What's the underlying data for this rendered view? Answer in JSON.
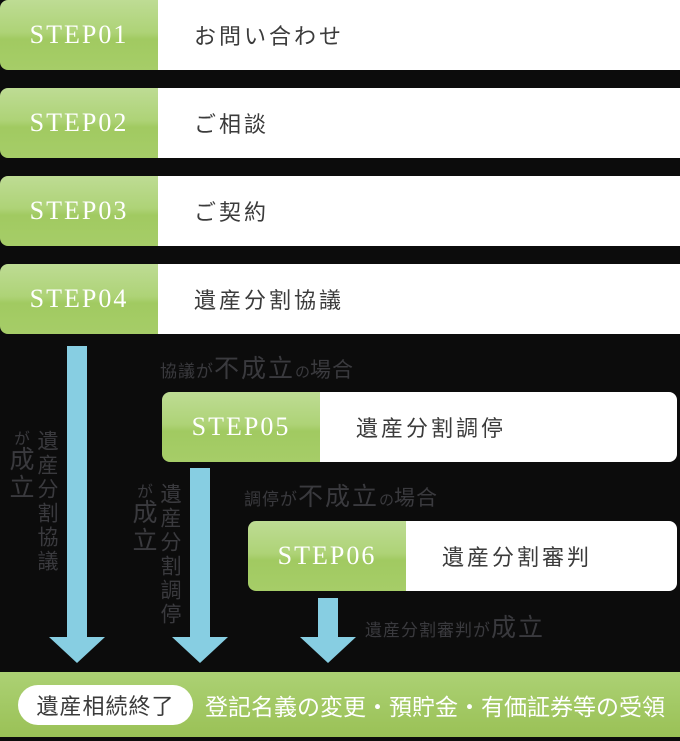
{
  "colors": {
    "background": "#0c0c0c",
    "accent_green_top": "#bedc94",
    "accent_green_bottom": "#a1ca61",
    "footer_green": "#9ac156",
    "arrow_blue": "#87cee2",
    "annotation_gray": "#3a3a3e",
    "title_dark": "#3b3b3b",
    "step_label_white": "#ffffff"
  },
  "steps": [
    {
      "number": "STEP01",
      "title": "お問い合わせ"
    },
    {
      "number": "STEP02",
      "title": "ご相談"
    },
    {
      "number": "STEP03",
      "title": "ご契約"
    },
    {
      "number": "STEP04",
      "title": "遺産分割協議"
    },
    {
      "number": "STEP05",
      "title": "遺産分割調停"
    },
    {
      "number": "STEP06",
      "title": "遺産分割審判"
    }
  ],
  "branch_notes": {
    "discussion_fail": {
      "pre": "協議が",
      "emph": "不成立",
      "particle": "の",
      "tail": "場合"
    },
    "mediation_fail": {
      "pre": "調停が",
      "emph": "不成立",
      "particle": "の",
      "tail": "場合"
    },
    "judgment_success": {
      "pre": "遺産分割審判が",
      "emph": "成立"
    }
  },
  "success_labels": {
    "discussion": {
      "subject": "遺産分割協議",
      "particle": "が",
      "emph": "成立"
    },
    "mediation": {
      "subject": "遺産分割調停",
      "particle": "が",
      "emph": "成立"
    }
  },
  "footer": {
    "badge": "遺産相続終了",
    "description": "登記名義の変更・預貯金・有価証券等の受領"
  }
}
